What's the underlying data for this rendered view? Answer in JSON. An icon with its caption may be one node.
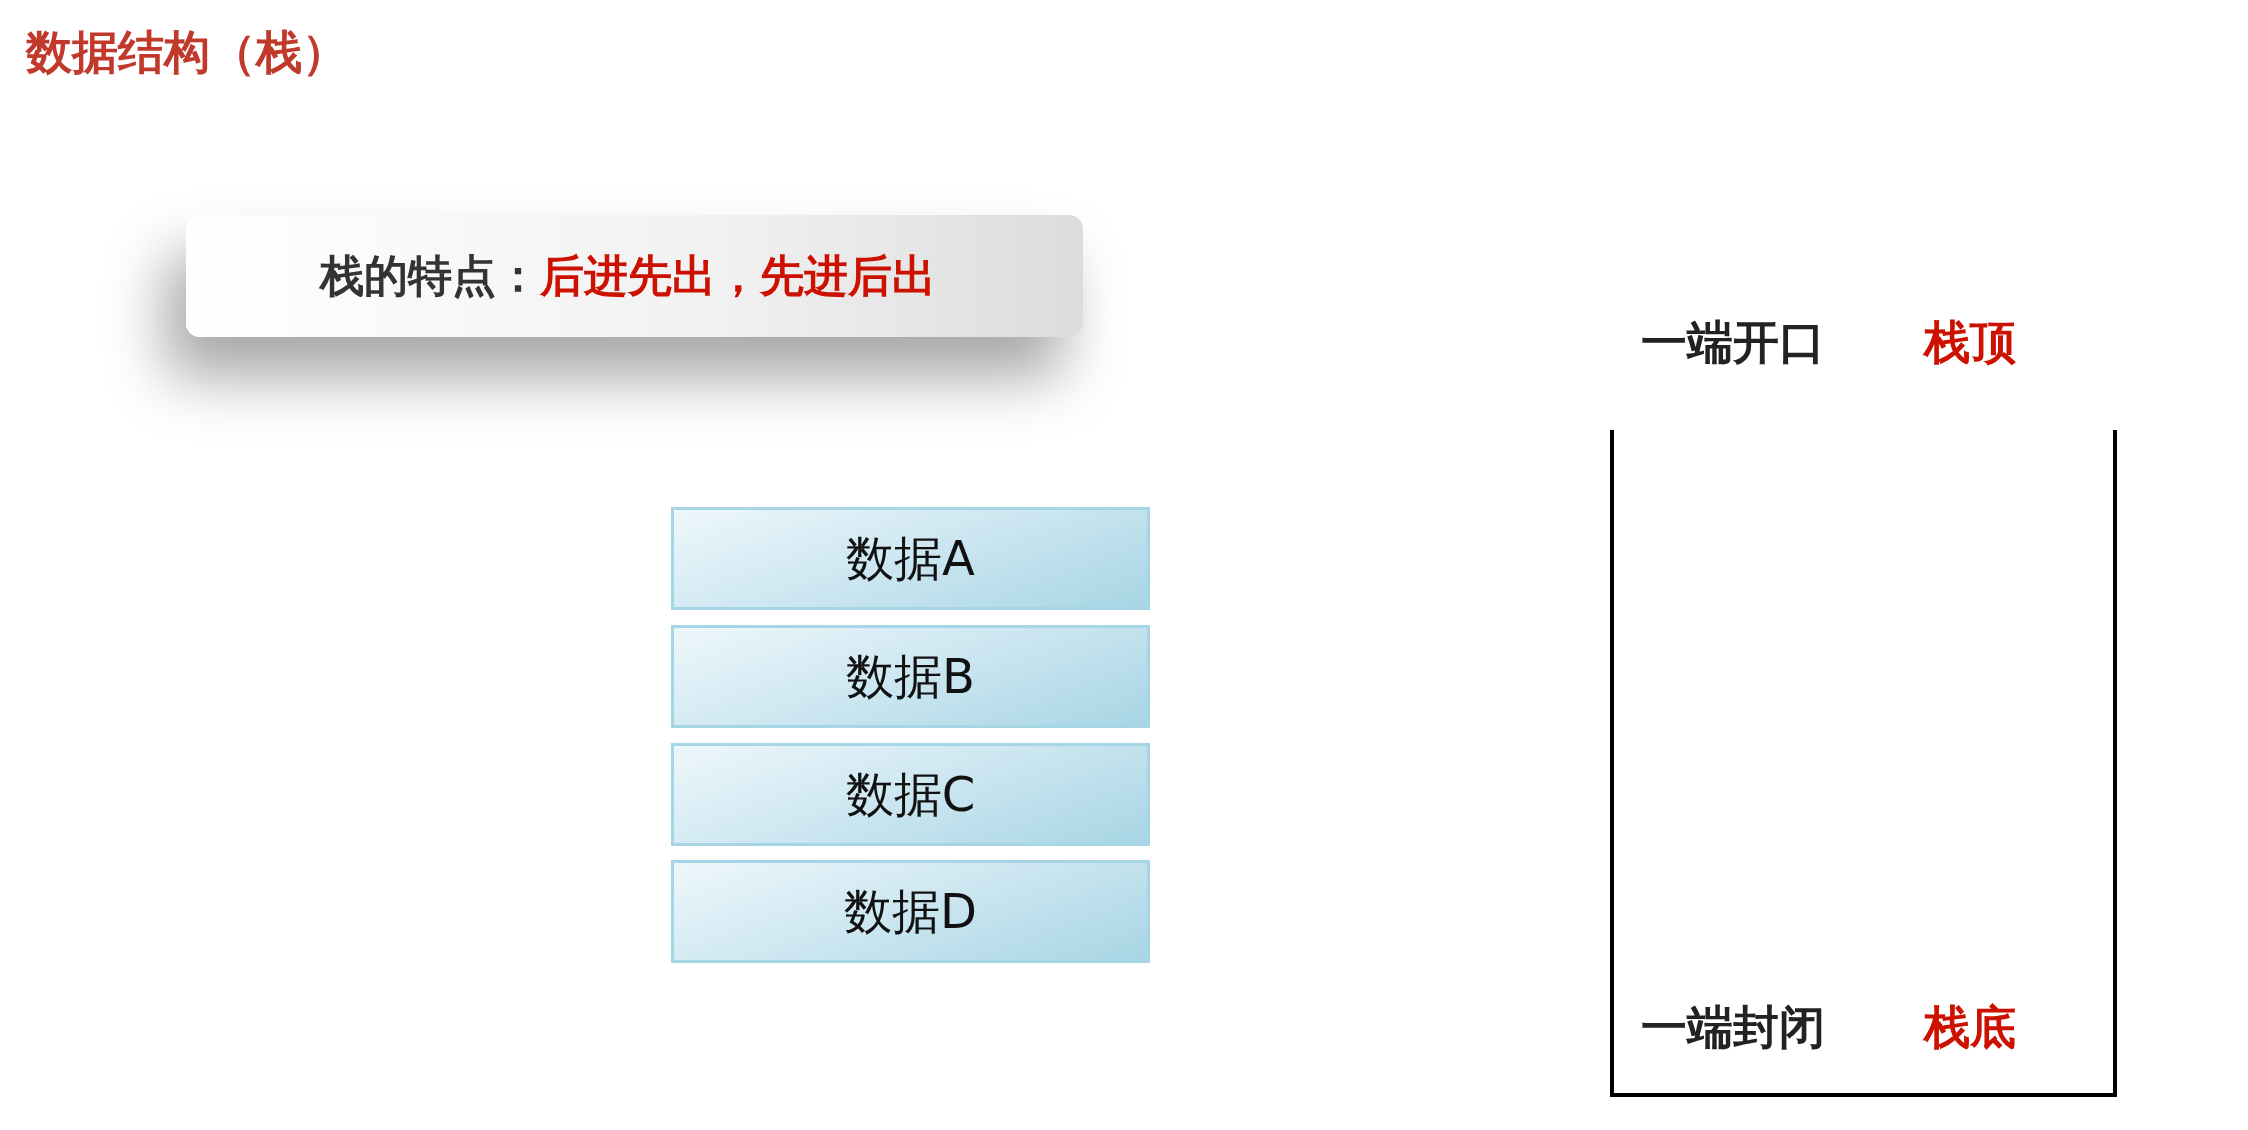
{
  "diagram": {
    "title": "数据结构（栈）",
    "nodes": [
      {
        "text": [
          "栈的特点：",
          "后进先出，先进后出"
        ]
      },
      {
        "text": [
          "数据A"
        ]
      },
      {
        "text": [
          "数据B"
        ]
      },
      {
        "text": [
          "数据C"
        ]
      },
      {
        "text": [
          "数据D"
        ]
      }
    ],
    "labels": [
      "一端开口",
      "栈顶",
      "一端封闭",
      "栈底"
    ]
  }
}
